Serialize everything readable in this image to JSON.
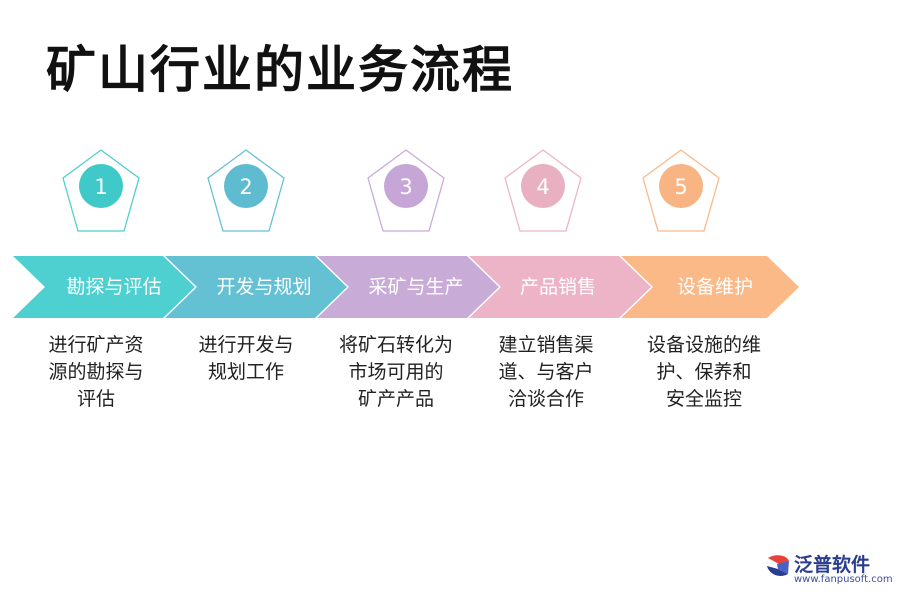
{
  "title": "矿山行业的业务流程",
  "steps": [
    {
      "number": "1",
      "label": "勘探与评估",
      "desc": [
        "进行矿产资",
        "源的勘探与",
        "评估"
      ],
      "color": "#4ecfd0",
      "circle": "#3fcac9"
    },
    {
      "number": "2",
      "label": "开发与规划",
      "desc": [
        "进行开发与",
        "规划工作"
      ],
      "color": "#64c1d4",
      "circle": "#5fbcd0"
    },
    {
      "number": "3",
      "label": "采矿与生产",
      "desc": [
        "将矿石转化为",
        "市场可用的",
        "矿产产品"
      ],
      "color": "#c9abd8",
      "circle": "#c5a6d6"
    },
    {
      "number": "4",
      "label": "产品销售",
      "desc": [
        "建立销售渠",
        "道、与客户",
        "洽谈合作"
      ],
      "color": "#ecb4c6",
      "circle": "#e9b0c2"
    },
    {
      "number": "5",
      "label": "设备维护",
      "desc": [
        "设备设施的维",
        "护、保养和",
        "安全监控"
      ],
      "color": "#fbb988",
      "circle": "#f9b483"
    }
  ],
  "logo": {
    "name": "泛普软件",
    "url": "www.fanpusoft.com",
    "color": "#2a3d8f"
  }
}
